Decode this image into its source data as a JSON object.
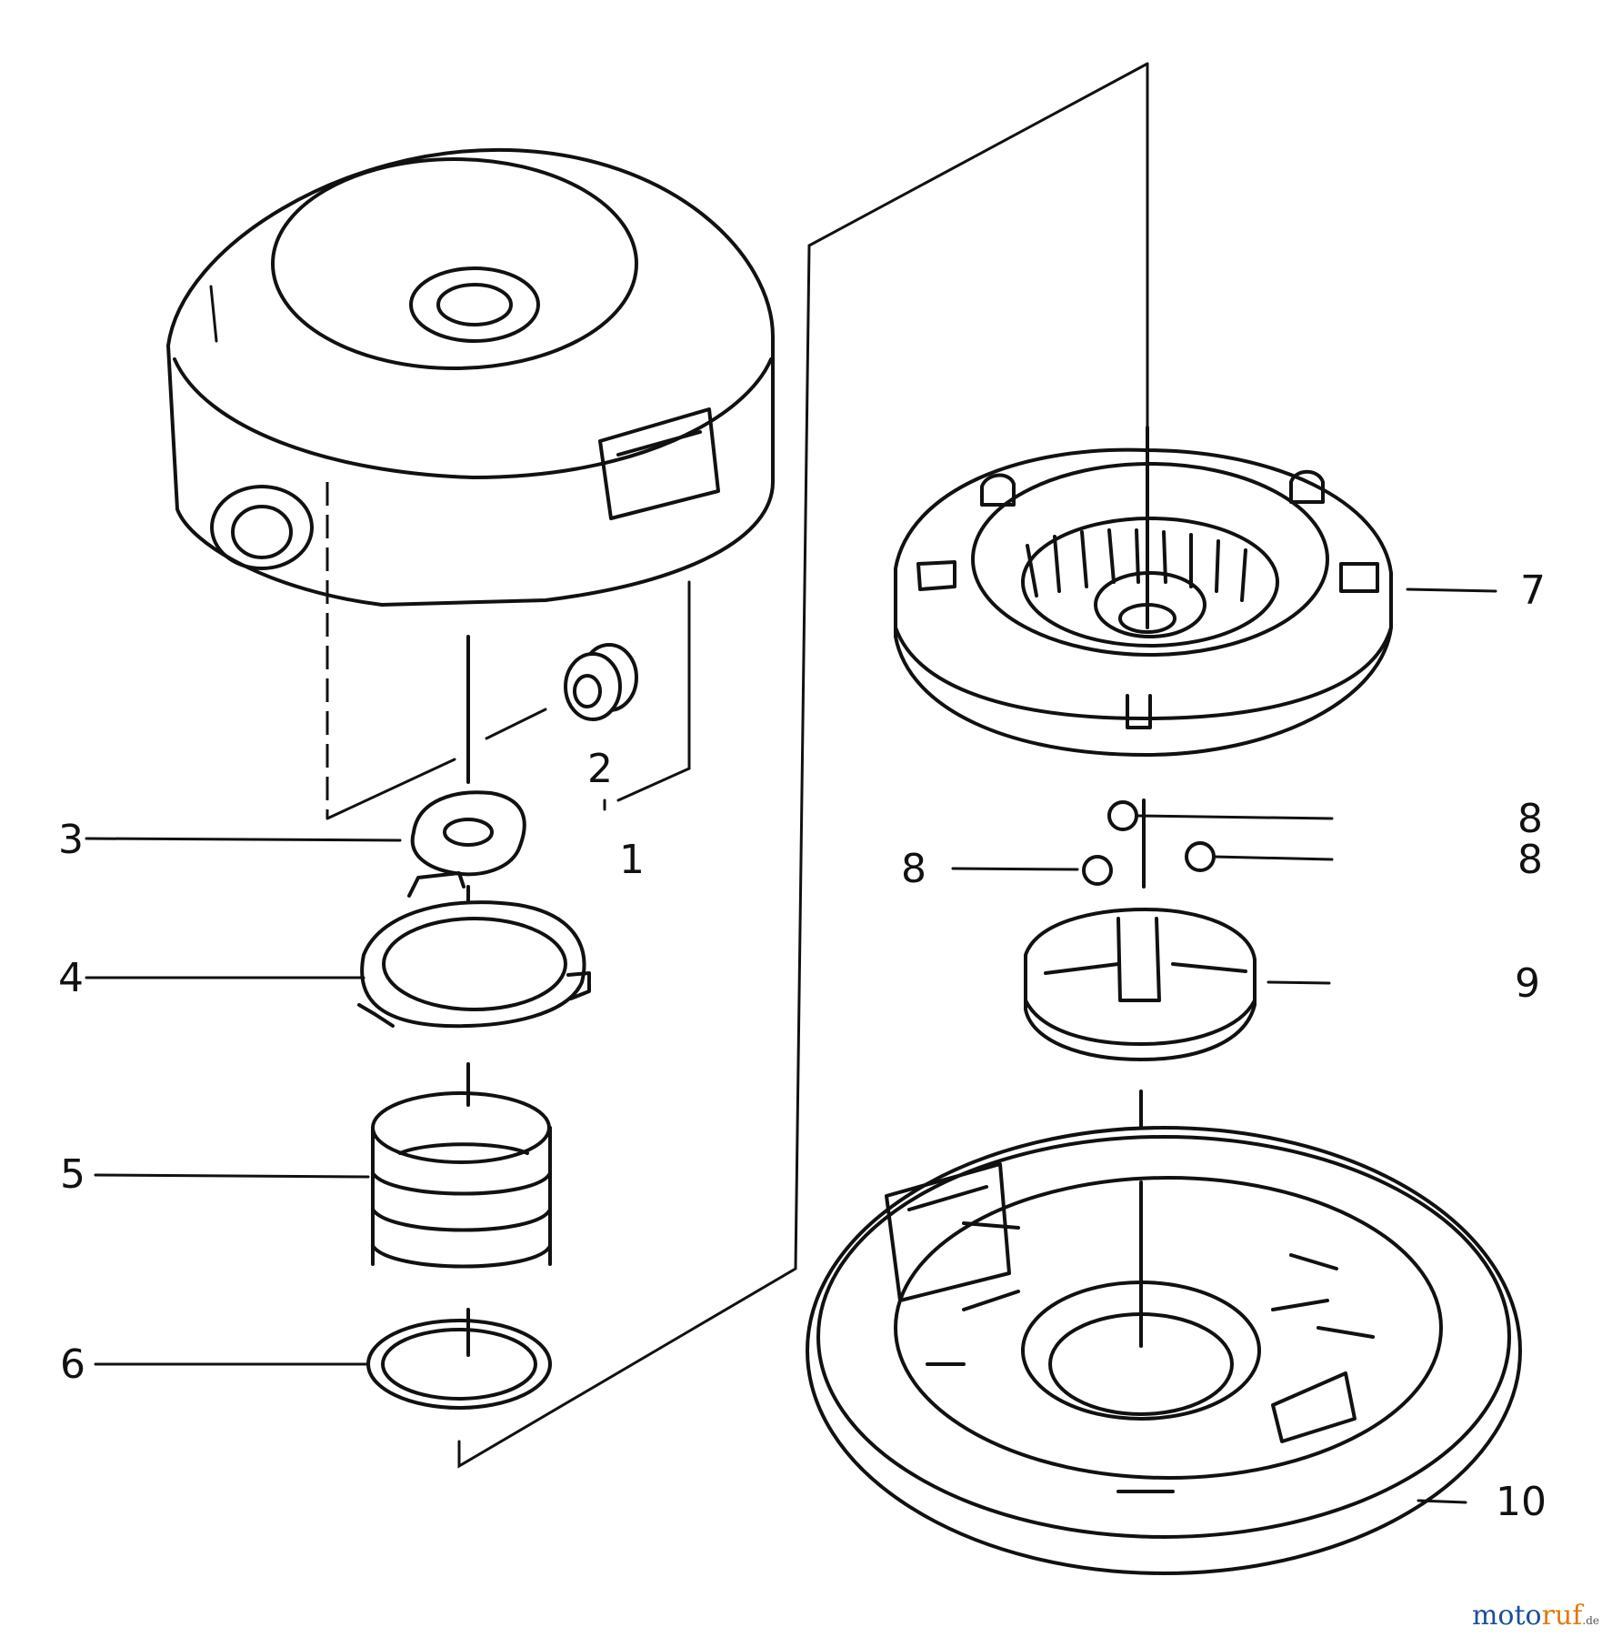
{
  "callouts": [
    "1",
    "2",
    "3",
    "4",
    "5",
    "6",
    "7",
    "8",
    "8",
    "8",
    "9",
    "10"
  ],
  "watermark": {
    "name_part1": "moto",
    "name_part2": "ruf",
    "tld": ".de"
  },
  "colors": {
    "line": "#111111",
    "background": "#ffffff",
    "watermark_blue": "#1b4f9c",
    "watermark_orange": "#e07a12"
  }
}
